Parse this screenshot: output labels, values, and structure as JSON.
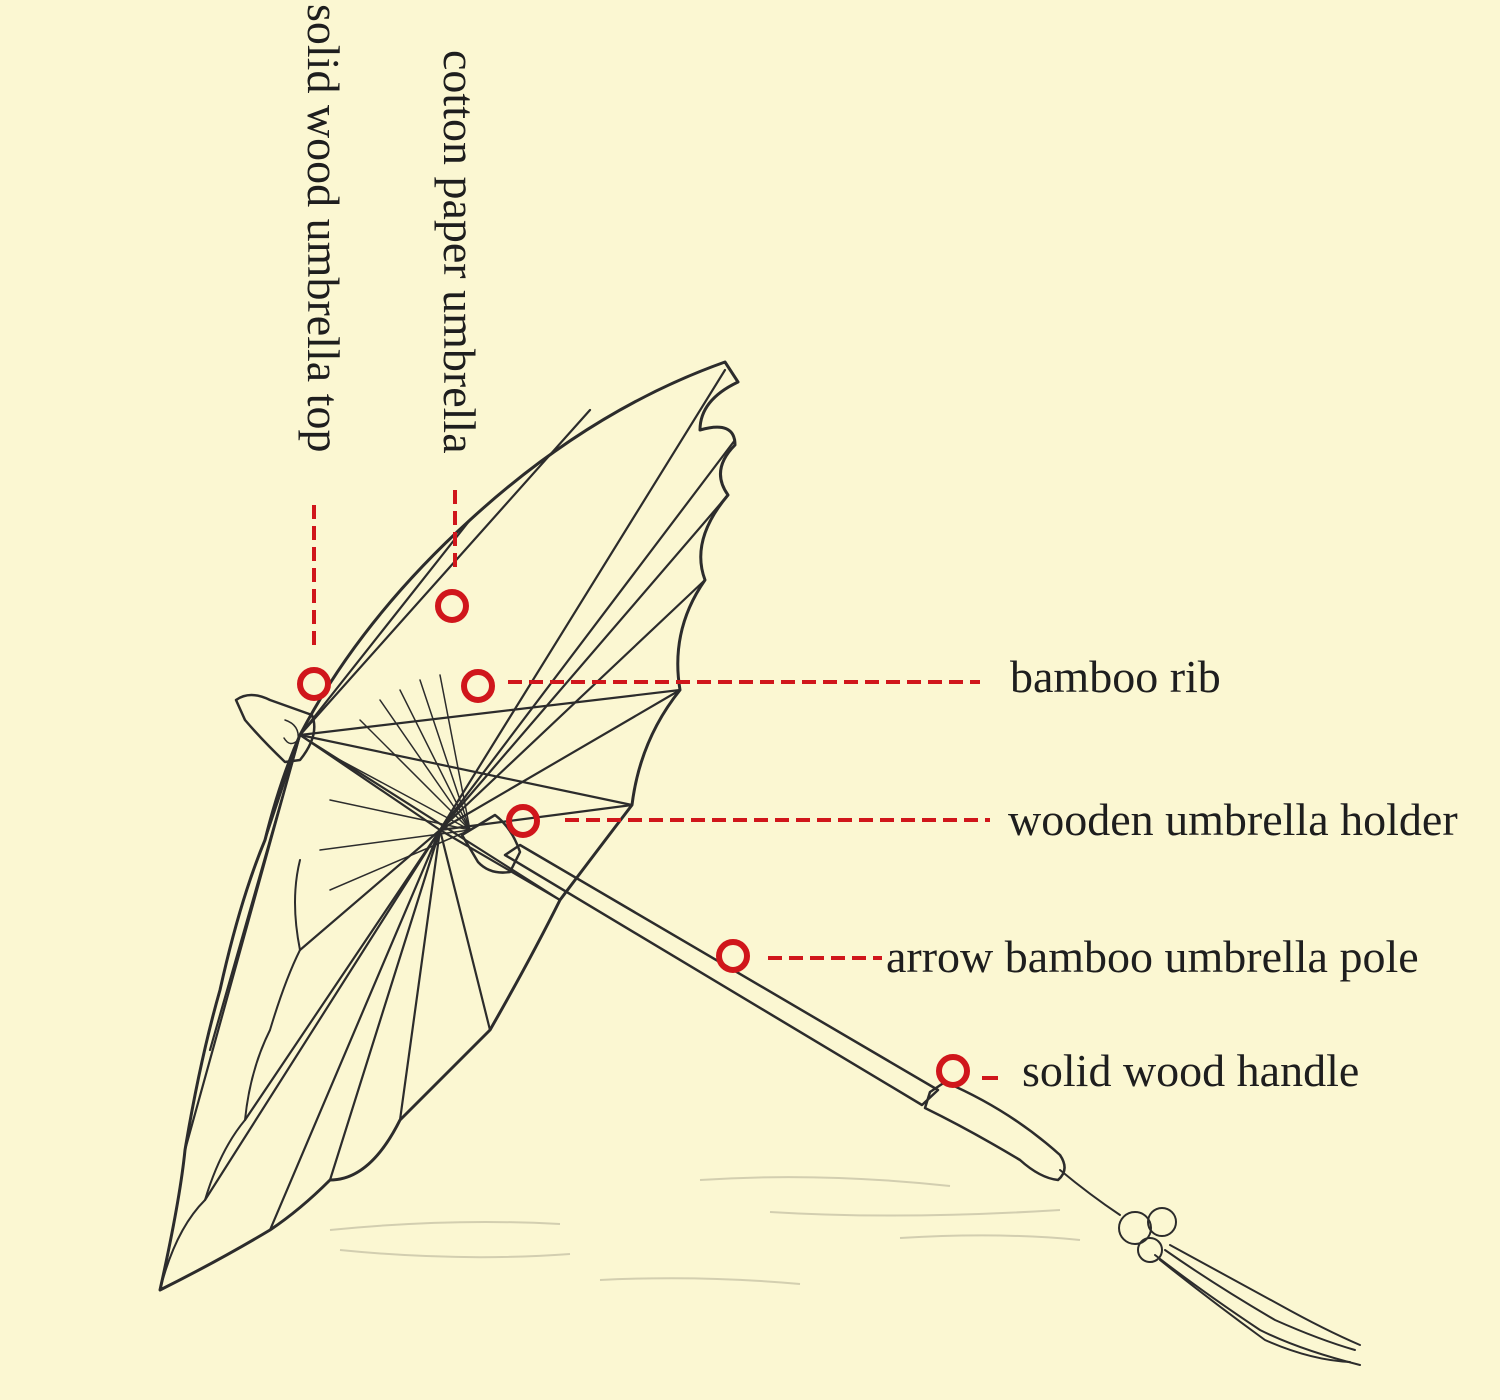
{
  "colors": {
    "background": "#fbf7d2",
    "marker": "#d0161b",
    "text": "#1e1e1e",
    "sketch": "#2c2c2c"
  },
  "labels": {
    "top": "solid wood umbrella top",
    "paper": "cotton paper umbrella",
    "rib": "bamboo rib",
    "holder": "wooden umbrella holder",
    "pole": "arrow bamboo umbrella pole",
    "handle": "solid wood handle"
  }
}
